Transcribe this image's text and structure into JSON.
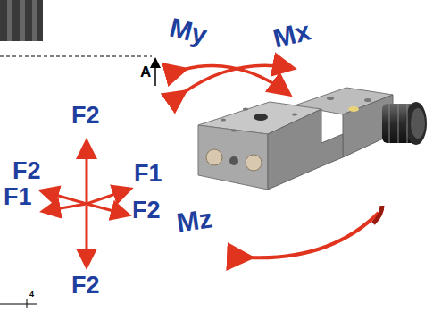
{
  "diagram": {
    "labels": [
      "A",
      "My",
      "Mx",
      "F2",
      "F2",
      "F1",
      "F1",
      "F2",
      "Mz",
      "F2",
      "4"
    ]
  }
}
